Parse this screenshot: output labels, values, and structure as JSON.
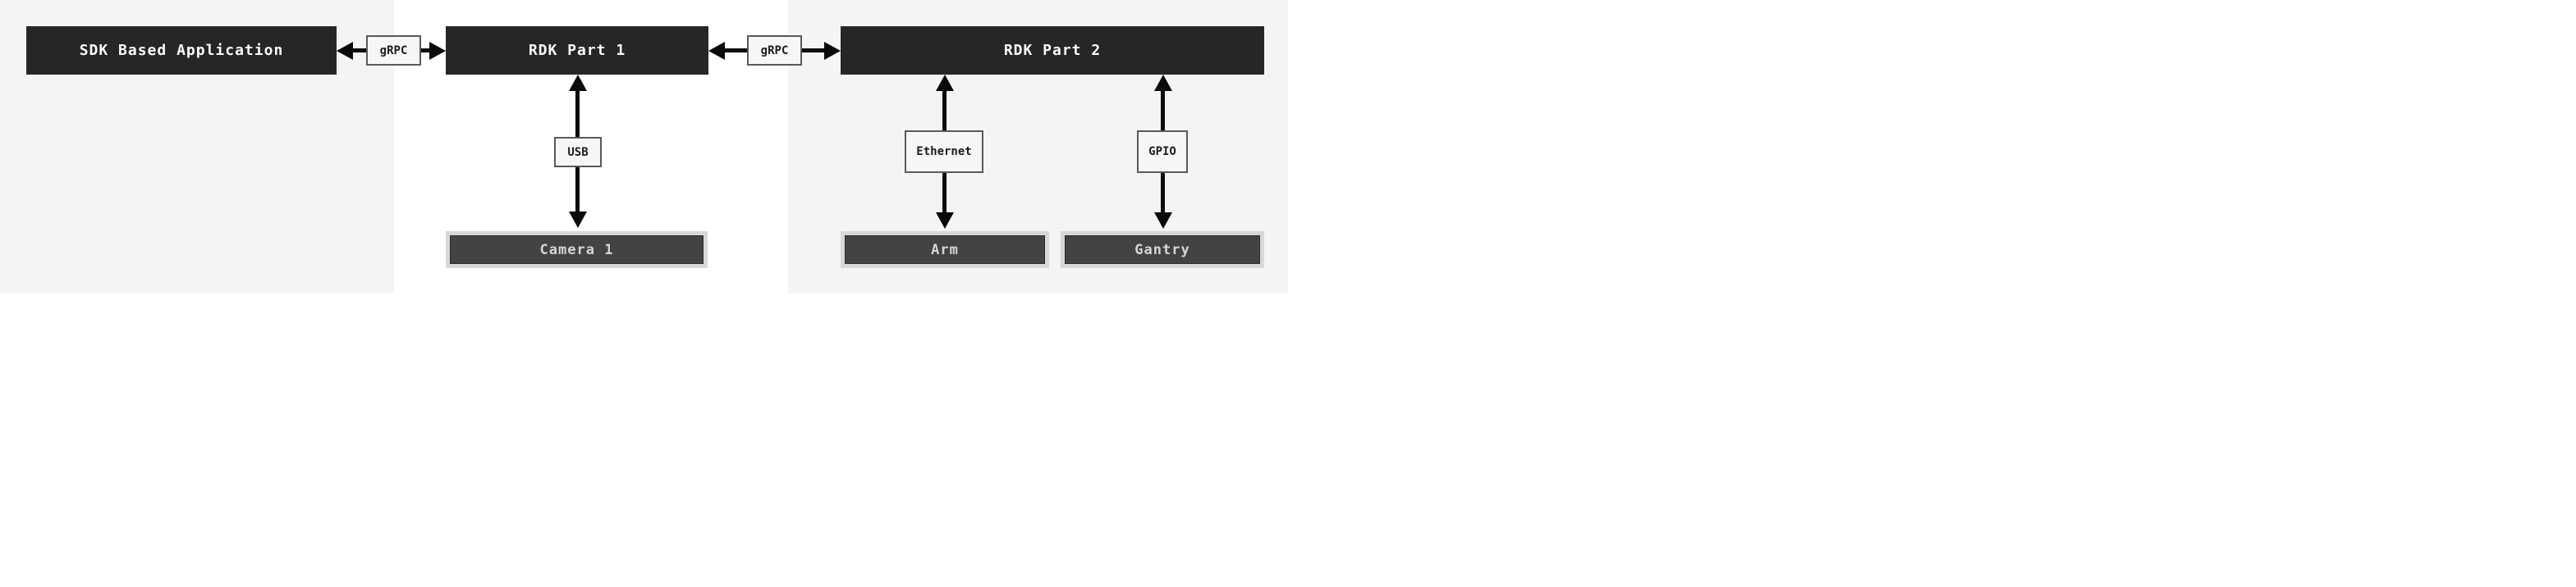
{
  "diagram": {
    "nodes": {
      "sdk_app": {
        "label": "SDK Based Application",
        "kind": "primary"
      },
      "rdk_part_1": {
        "label": "RDK Part 1",
        "kind": "primary"
      },
      "rdk_part_2": {
        "label": "RDK Part 2",
        "kind": "primary"
      },
      "camera": {
        "label": "Camera 1",
        "kind": "device"
      },
      "arm": {
        "label": "Arm",
        "kind": "device"
      },
      "gantry": {
        "label": "Gantry",
        "kind": "device"
      }
    },
    "connectors": {
      "grpc_1": {
        "label": "gRPC"
      },
      "grpc_2": {
        "label": "gRPC"
      },
      "usb": {
        "label": "USB"
      },
      "ethernet": {
        "label": "Ethernet"
      },
      "gpio": {
        "label": "GPIO"
      }
    },
    "connections": [
      {
        "from": "SDK Based Application",
        "to": "RDK Part 1",
        "via": "gRPC",
        "direction": "bidirectional"
      },
      {
        "from": "RDK Part 1",
        "to": "RDK Part 2",
        "via": "gRPC",
        "direction": "bidirectional"
      },
      {
        "from": "RDK Part 1",
        "to": "Camera 1",
        "via": "USB",
        "direction": "bidirectional"
      },
      {
        "from": "RDK Part 2",
        "to": "Arm",
        "via": "Ethernet",
        "direction": "bidirectional"
      },
      {
        "from": "RDK Part 2",
        "to": "Gantry",
        "via": "GPIO",
        "direction": "bidirectional"
      }
    ],
    "colors": {
      "panel_gray": "#f4f4f4",
      "panel_white": "#ffffff",
      "primary_node_bg": "#262626",
      "primary_node_text": "#fafafa",
      "device_frame": "#d8d8d8",
      "device_bg": "#434343",
      "device_text": "#d6d6d6",
      "label_bg": "#f6f6f6",
      "label_border": "#595959",
      "label_text": "#1d1d1d",
      "arrow": "#0a0a0a"
    }
  }
}
